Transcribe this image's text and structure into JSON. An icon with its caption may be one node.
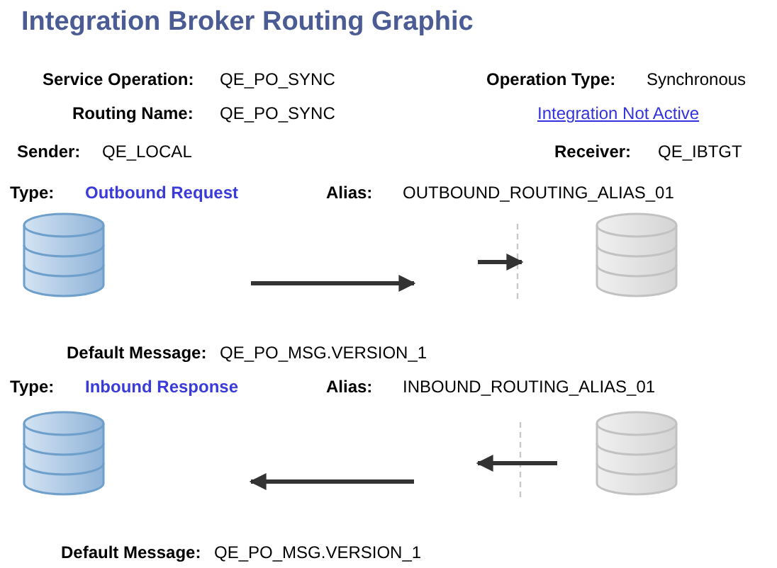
{
  "diagram": {
    "title": "Integration Broker Routing Graphic",
    "nodes": [
      {
        "text": [],
        "shape": "cylinder"
      },
      {
        "text": [],
        "shape": "cylinder"
      },
      {
        "text": [],
        "shape": "cylinder"
      },
      {
        "text": [],
        "shape": "cylinder"
      }
    ],
    "labels": [
      "Service Operation:",
      "QE_PO_SYNC",
      "Operation Type:",
      "Synchronous",
      "Routing Name:",
      "QE_PO_SYNC",
      "Integration Not Active",
      "Sender:",
      "QE_LOCAL",
      "Receiver:",
      "QE_IBTGT",
      "Type:",
      "Outbound Request",
      "Alias:",
      "OUTBOUND_ROUTING_ALIAS_01",
      "Default Message:",
      "QE_PO_MSG.VERSION_1",
      "Type:",
      "Inbound Response",
      "Alias:",
      "INBOUND_ROUTING_ALIAS_01",
      "Default Message:",
      "QE_PO_MSG.VERSION_1"
    ]
  }
}
